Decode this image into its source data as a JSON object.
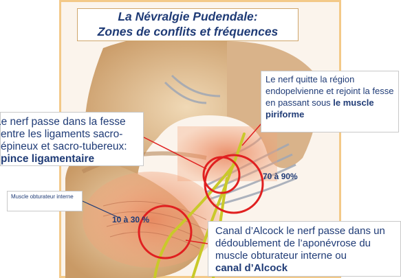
{
  "title": {
    "line1": "La Névralgie Pudendale:",
    "line2": "Zones de  conflits et fréquences"
  },
  "annotation_piriforme": {
    "text": "Le nerf quitte la région endopelvienne et rejoint la fesse en passant sous ",
    "bold": "le muscle piriforme"
  },
  "annotation_pince": {
    "text": "Le nerf passe dans la fesse entre les ligaments sacro-épineux et sacro-tubereux:",
    "bold": "pince ligamentaire"
  },
  "label_obturateur": "Muscle obturateur interne",
  "annotation_alcock": {
    "text": "Canal d’Alcock  le nerf passe dans un dédoublement de l’aponévrose du muscle obturateur interne ou ",
    "bold": "canal d’Alcock"
  },
  "freq_piriforme": "70 à 90%",
  "freq_alcock": "10 à 30 %",
  "colors": {
    "title_text": "#1f3b76",
    "circle": "#e02020",
    "nerve": "#c9c92a",
    "highlight": "#e8835a",
    "border": "#f3c988"
  }
}
